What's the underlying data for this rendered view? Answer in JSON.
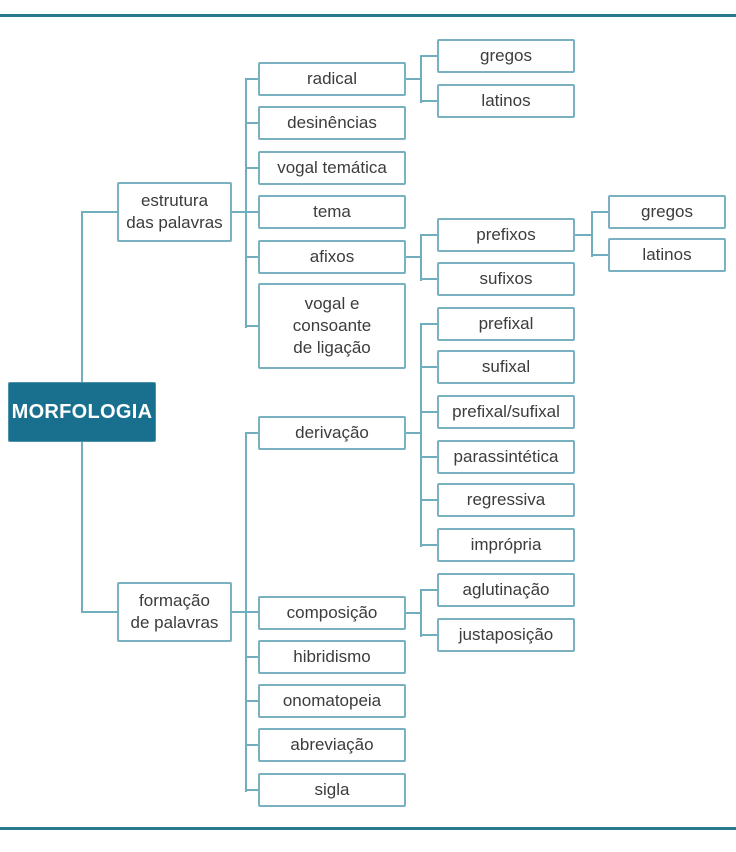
{
  "colors": {
    "root_fill": "#19708e",
    "root_text": "#ffffff",
    "box_border": "#79b1c1",
    "connector_line": "#6fadbf",
    "page_rule": "#27798b",
    "label_text": "#3c3c3c"
  },
  "mindmap": {
    "root": {
      "label": "MORFOLOGIA"
    },
    "branches": [
      {
        "label": "estrutura\ndas palavras",
        "children": [
          {
            "label": "radical",
            "children": [
              {
                "label": "gregos"
              },
              {
                "label": "latinos"
              }
            ]
          },
          {
            "label": "desinências"
          },
          {
            "label": "vogal temática"
          },
          {
            "label": "tema"
          },
          {
            "label": "afixos",
            "children": [
              {
                "label": "prefixos",
                "children": [
                  {
                    "label": "gregos"
                  },
                  {
                    "label": "latinos"
                  }
                ]
              },
              {
                "label": "sufixos"
              }
            ]
          },
          {
            "label": "vogal e\nconsoante\nde ligação"
          }
        ]
      },
      {
        "label": "formação\nde palavras",
        "children": [
          {
            "label": "derivação",
            "children": [
              {
                "label": "prefixal"
              },
              {
                "label": "sufixal"
              },
              {
                "label": "prefixal/sufixal"
              },
              {
                "label": "parassintética"
              },
              {
                "label": "regressiva"
              },
              {
                "label": "imprópria"
              }
            ]
          },
          {
            "label": "composição",
            "children": [
              {
                "label": "aglutinação"
              },
              {
                "label": "justaposição"
              }
            ]
          },
          {
            "label": "hibridismo"
          },
          {
            "label": "onomatopeia"
          },
          {
            "label": "abreviação"
          },
          {
            "label": "sigla"
          }
        ]
      }
    ]
  }
}
